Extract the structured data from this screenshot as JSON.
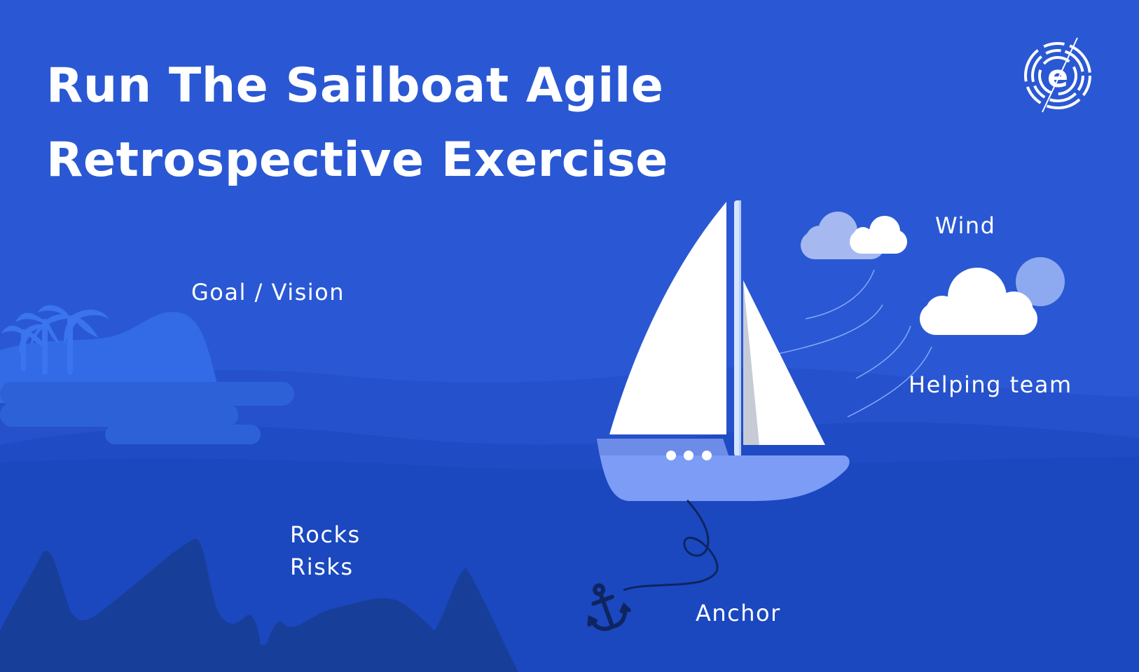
{
  "title": {
    "line1": "Run The Sailboat Agile",
    "line2": "Retrospective Exercise"
  },
  "labels": {
    "goal": "Goal / Vision",
    "wind": "Wind",
    "helping": "Helping team",
    "rocks_line1": "Rocks",
    "rocks_line2": "Risks",
    "anchor": "Anchor"
  },
  "logo": {
    "icon": "e-circle-logo-icon",
    "glyph": "e"
  },
  "colors": {
    "sky": "#2a58d4",
    "sea_far": "#2450c9",
    "sea_mid": "#1e4cc3",
    "sea_near": "#1a47bd",
    "island": "#3a74ee",
    "rocks": "#173f9a",
    "hull": "#7c9cf6",
    "sail": "#ffffff",
    "anchor": "#0f2560"
  }
}
